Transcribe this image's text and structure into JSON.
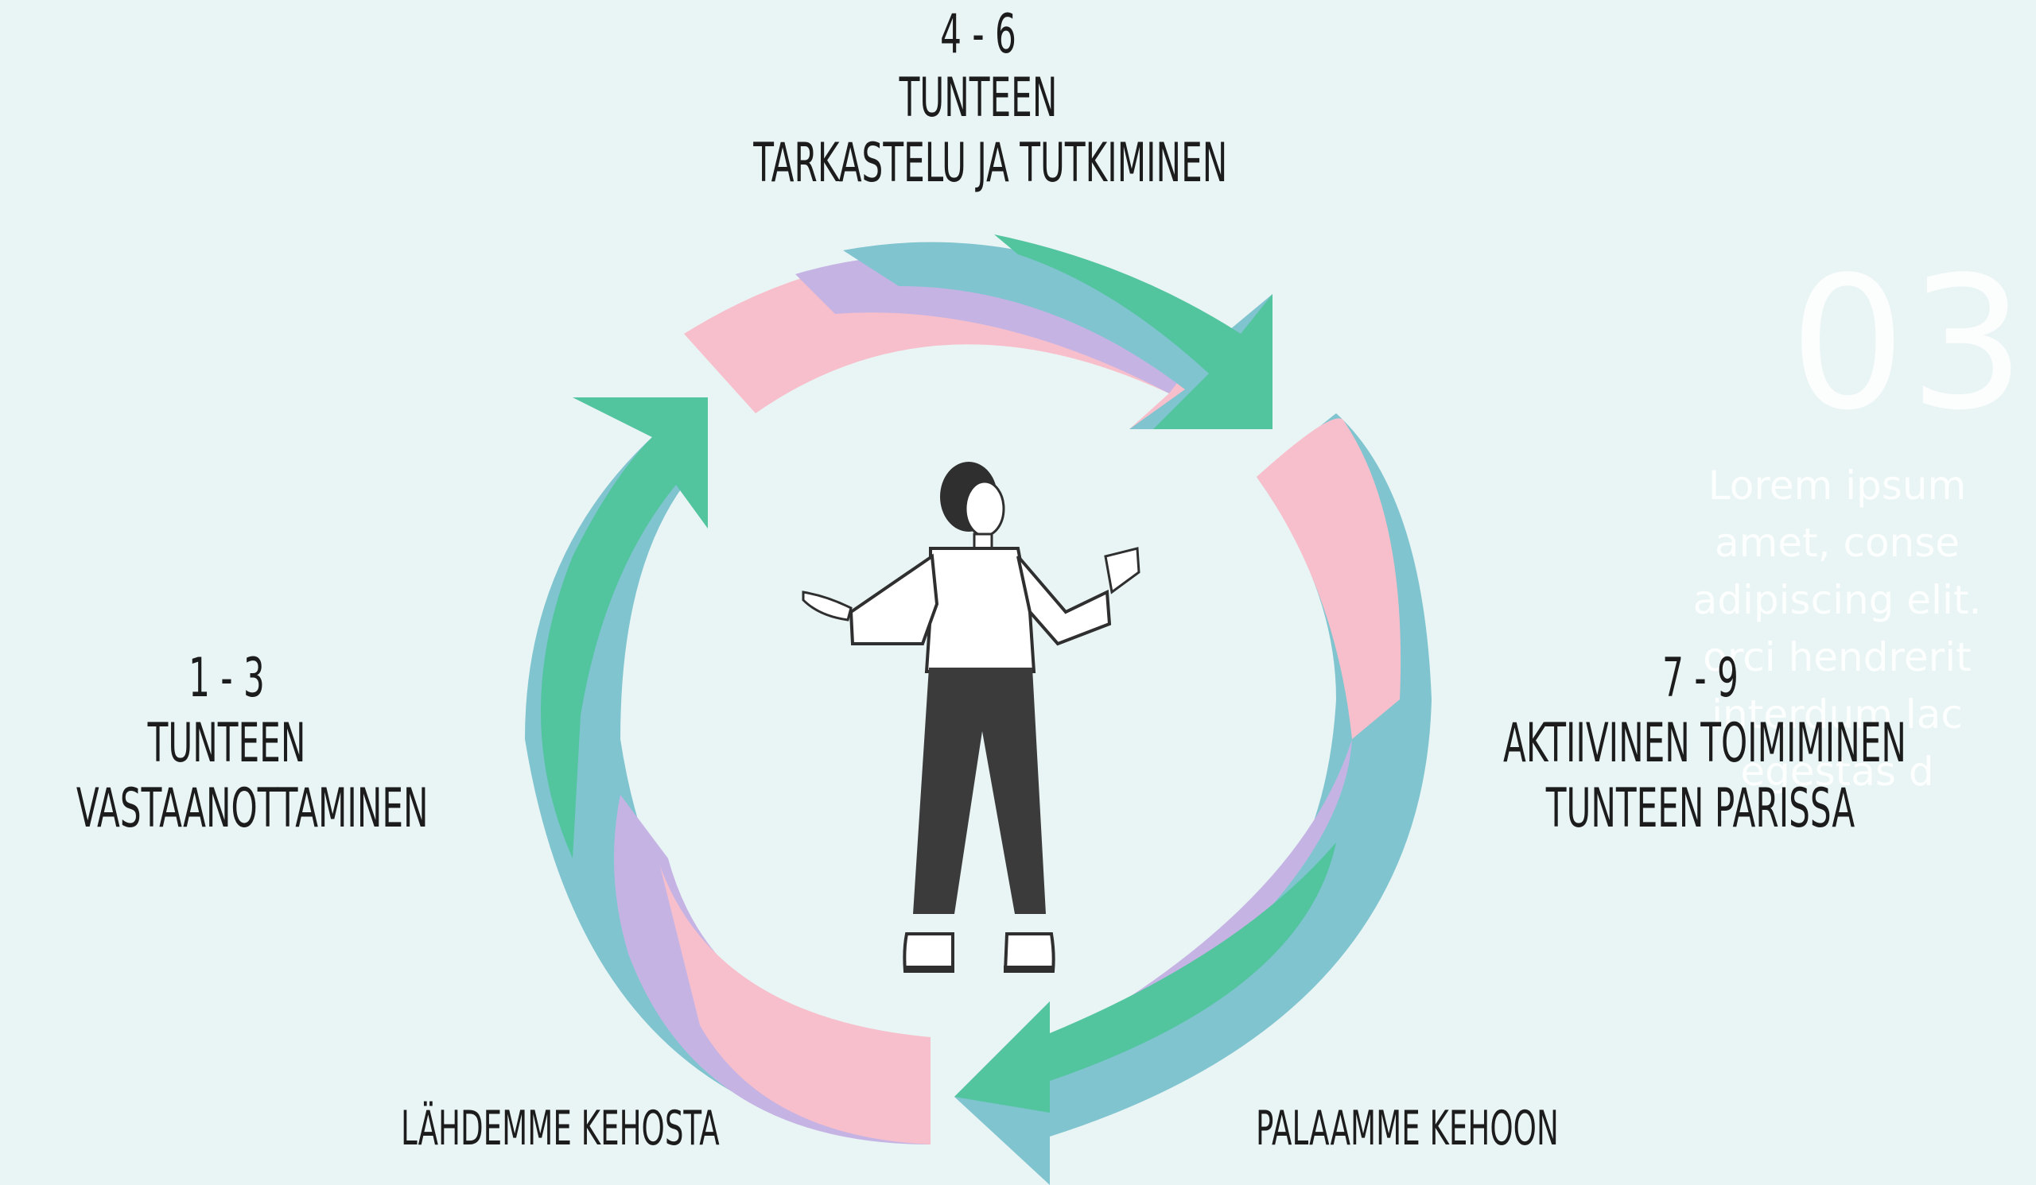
{
  "top_label": {
    "range": "4 - 6",
    "line1": "TUNTEEN",
    "line2": "TARKASTELU JA TUTKIMINEN"
  },
  "left_label": {
    "range": "1 - 3",
    "line1": "TUNTEEN",
    "line2": "VASTAANOTTAMINEN"
  },
  "right_label": {
    "range": "7 - 9",
    "line1": "AKTIIVINEN TOIMIMINEN",
    "line2": "TUNTEEN PARISSA"
  },
  "bottom_left_label": "LÄHDEMME KEHOSTA",
  "bottom_right_label": "PALAAMME KEHOON",
  "ghost_overlay": {
    "number": "03",
    "lines": [
      "Lorem ipsum",
      "amet, conse",
      "adipiscing elit.",
      "orci hendrerit",
      "interdum lac",
      "egestas d"
    ]
  },
  "colors": {
    "background": "#e9f4f4",
    "pink": "#f7bfcb",
    "lavender": "#c5b4e3",
    "blue": "#7fc4cf",
    "green": "#52c49e",
    "text": "#1c1c1c"
  },
  "icons": {
    "center_figure": "shrugging-woman-figure",
    "arrows": "cycle-arrow"
  }
}
